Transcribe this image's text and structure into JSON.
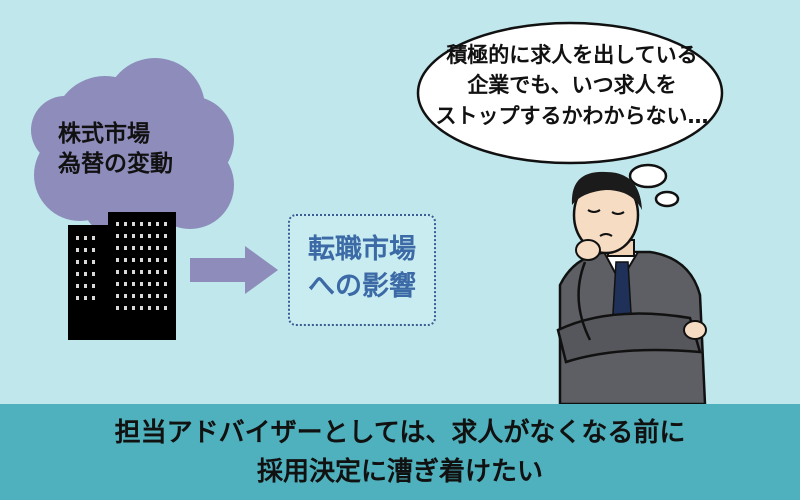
{
  "market_cloud": {
    "line1": "株式市場",
    "line2": "為替の変動"
  },
  "impact_box": {
    "line1": "転職市場",
    "line2": "への影響"
  },
  "thought_bubble": {
    "line1": "積極的に求人を出している",
    "line2": "企業でも、いつ求人を",
    "line3": "ストップするかわからない…"
  },
  "caption": {
    "line1": "担当アドバイザーとしては、求人がなくなる前に",
    "line2": "採用決定に漕ぎ着けたい"
  },
  "colors": {
    "background": "#bfe7ec",
    "cloud": "#8d8cbb",
    "arrow": "#8d8cbb",
    "box_border": "#3a5d94",
    "box_text": "#3c6aa6",
    "caption_bar": "#4fb1bd"
  }
}
